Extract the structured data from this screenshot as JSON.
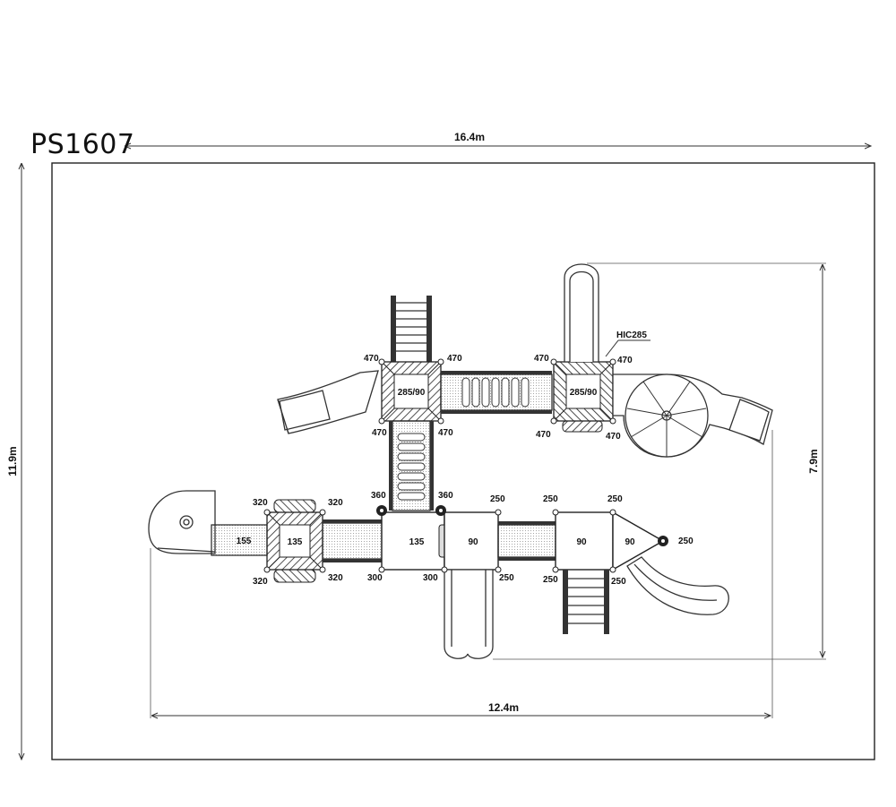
{
  "model": "PS1607",
  "dimensions": {
    "overall_width": "16.4m",
    "overall_height": "11.9m",
    "equipment_width": "12.4m",
    "equipment_height": "7.9m"
  },
  "callout": "HIC285",
  "platforms": {
    "left_upper": "285/90",
    "right_upper": "285/90",
    "far_left_square": "135",
    "far_left_bridge": "155",
    "center_main": "135",
    "center_right": "90",
    "right_a": "90",
    "right_b": "90"
  },
  "post_heights": {
    "h470": "470",
    "h360": "360",
    "h320": "320",
    "h300": "300",
    "h250": "250"
  }
}
